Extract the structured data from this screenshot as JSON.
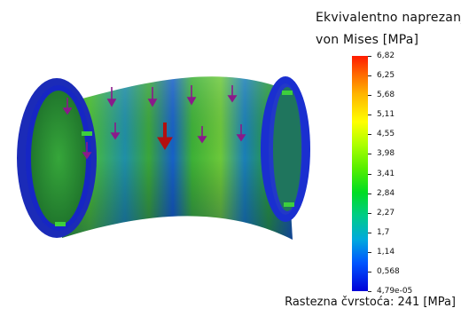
{
  "legend": {
    "title_line1": "Ekvivalentno naprezanje",
    "title_line2": "von Mises [MPa]",
    "ticks": [
      "6,82",
      "6,25",
      "5,68",
      "5,11",
      "4,55",
      "3,98",
      "3,41",
      "2,84",
      "2,27",
      "1,7",
      "1,14",
      "0,568",
      "4,79e-05"
    ],
    "colors": {
      "max": "#ff1a00",
      "mid": "#00dd22",
      "min": "#0000d8"
    }
  },
  "footer": {
    "tensile_strength_label": "Rastezna čvrstoća: 241 [MPa]"
  },
  "model": {
    "description_icon": "pipe-elbow-stress-plot"
  }
}
